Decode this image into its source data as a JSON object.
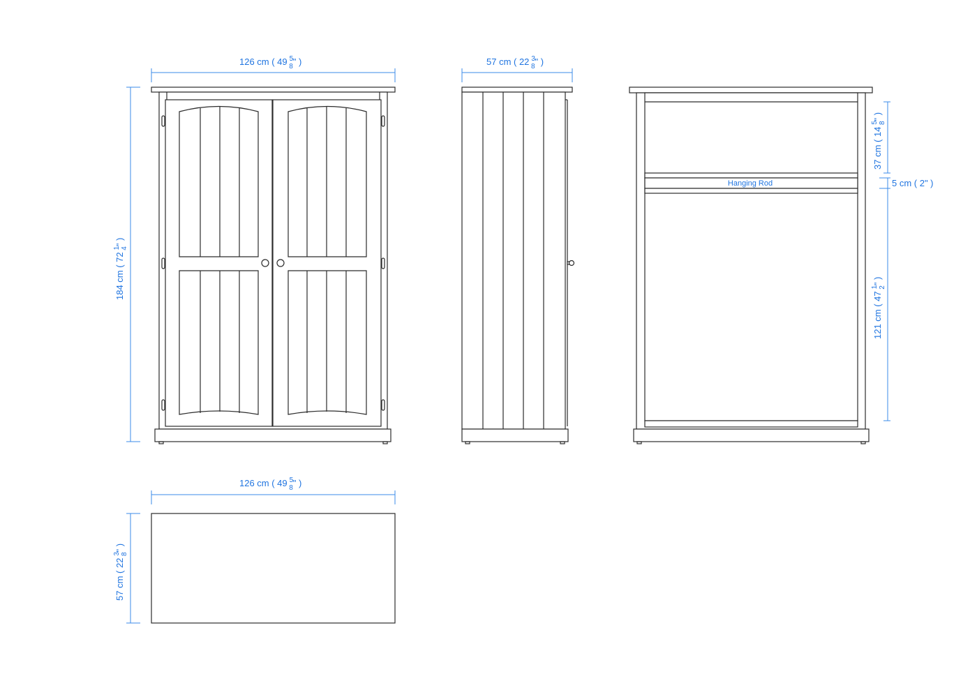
{
  "colors": {
    "dimension": "#1f74e0",
    "outline": "#2b2b2b"
  },
  "front_view": {
    "width": {
      "text": "126 cm  ( 49",
      "num": "5",
      "den": "8",
      "tail": "\" )"
    },
    "height": {
      "text": "184 cm  ( 72",
      "num": "1",
      "den": "4",
      "tail": "\" )"
    }
  },
  "side_view": {
    "depth": {
      "text": "57 cm  ( 22",
      "num": "3",
      "den": "8",
      "tail": "\" )"
    }
  },
  "interior_view": {
    "rod_label": "Hanging Rod",
    "upper": {
      "text": "37 cm  ( 14",
      "num": "5",
      "den": "8",
      "tail": "\" )"
    },
    "rod_gap": {
      "text": "5 cm  ( 2\" )"
    },
    "lower": {
      "text": "121 cm  ( 47",
      "num": "1",
      "den": "2",
      "tail": "\" )"
    }
  },
  "top_view": {
    "width": {
      "text": "126 cm  ( 49",
      "num": "5",
      "den": "8",
      "tail": "\" )"
    },
    "depth": {
      "text": "57 cm  ( 22",
      "num": "3",
      "den": "8",
      "tail": "\" )"
    }
  }
}
